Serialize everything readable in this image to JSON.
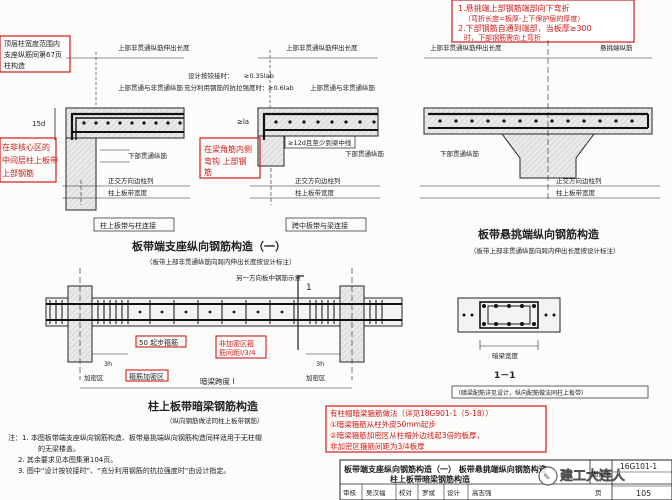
{
  "top_note": {
    "line1": "1.悬挑端上部钢筋端部向下弯折",
    "line2": "（弯折长度=板厚-上下保护层的厚度）",
    "line3": "2.下部钢筋自通到端部，当板厚≥300",
    "line4": "时，下部钢筋需向上弯折"
  },
  "left_note1": {
    "line1": "顶层柱宽度范围内",
    "line2": "支座纵筋同第67页",
    "line3": "柱构造"
  },
  "left_note2": {
    "line1": "在非核心区的",
    "line2": "中间层柱上板带",
    "line3": "上部钢筋"
  },
  "left_labels": {
    "upper_len": "上部非贯通纵筋伸出长度",
    "design": "设计按铰接时：",
    "design_val1": "≥0.35lab",
    "full": "充分利用钢筋的抗拉强度时：",
    "design_val2": "≥0.6lab",
    "upper_bar": "上部贯通与非贯通纵筋",
    "upper_bar2": "上部非贯通纵筋伸出长度",
    "upper_bar3": "上部贯通与非贯通纵筋",
    "lower_bar": "下部贯通纵筋",
    "lower_bar2": "下部贯通纵筋",
    "z1": "≥12d且至少到梁中线",
    "col1": "正交方向边柱列",
    "col2": "柱上板带宽度",
    "col3": "正交方向边柱列",
    "col4": "柱上板带宽度",
    "box_a": "柱上板带与柱连接",
    "box_b": "跨中板带与梁连接",
    "dim_15d": "15d",
    "dim_la": "≥la"
  },
  "red_left_mid": {
    "line1": "在梁角筋内侧",
    "line2": "弯钩 上部钢",
    "line3": "筋"
  },
  "right_labels": {
    "upper": "上部非贯通纵筋伸出长度",
    "upper2": "悬挑端纵筋",
    "lower": "下部贯通纵筋",
    "col": "正交方向边柱列",
    "band": "柱上板带宽度"
  },
  "titles": {
    "left_title": "板带端支座纵向钢筋构造（一）",
    "left_sub": "（板带上部非贯通纵筋向跨内伸出长度按设计标注）",
    "right_title": "板带悬挑端纵向钢筋构造",
    "right_sub": "（板带上部非贯通纵筋向跨内伸出长度按设计标注）",
    "beam_title": "柱上板带暗梁钢筋构造",
    "beam_sub": "（纵向钢筋做法同柱上板带钢筋）",
    "section": "1－1"
  },
  "beam_labels": {
    "other_dir": "另一方向板中钢筋示意",
    "stirrup_start": "50 起步箍筋",
    "dense": "箍筋加密区",
    "dense2": "加密区",
    "dense3": "加密区",
    "span": "暗梁跨度 l",
    "dim_3h": "3h",
    "dim_3h2": "3h",
    "red_nondense1": "非加密区箍",
    "red_nondense2": "筋间距l/3/4",
    "dark_beam": "暗梁宽度",
    "section_box": "（暗梁配筋详见设计，纵向配筋做法同柱上板带）"
  },
  "bottom_red": {
    "line1": "有柱帽暗梁箍筋做法（详见18G901-1（5-18））",
    "line2": "①暗梁箍筋从柱外皮50mm起步",
    "line3": "②暗梁箍筋加密区从柱帽外边线起3倍的板厚，",
    "line4": "非加密区箍筋间距为3/4板厚"
  },
  "notes": {
    "n1": "注：1. 本图板带端支座纵向钢筋构造、板带悬挑端纵向钢筋构造同样适用于无柱帽",
    "n1b": "的无梁楼盖。",
    "n2": "2. 其余要求见本图集第104页。",
    "n3": "3. 图中“设计按铰接时”、“充分利用钢筋的抗拉强度时”由设计指定。"
  },
  "title_block": {
    "main1": "板带端支座纵向钢筋构造（一）  板带悬挑端纵向钢筋构造",
    "main2": "柱上板带暗梁钢筋构造",
    "atlas_label": "图集号",
    "atlas": "16G101-1",
    "page_label": "页",
    "page": "105",
    "review": "审核",
    "reviewer": "吴汉福",
    "check": "校对",
    "checker": "罗斌",
    "design": "设计",
    "designer": "高志强"
  },
  "watermark": "建工大连人"
}
